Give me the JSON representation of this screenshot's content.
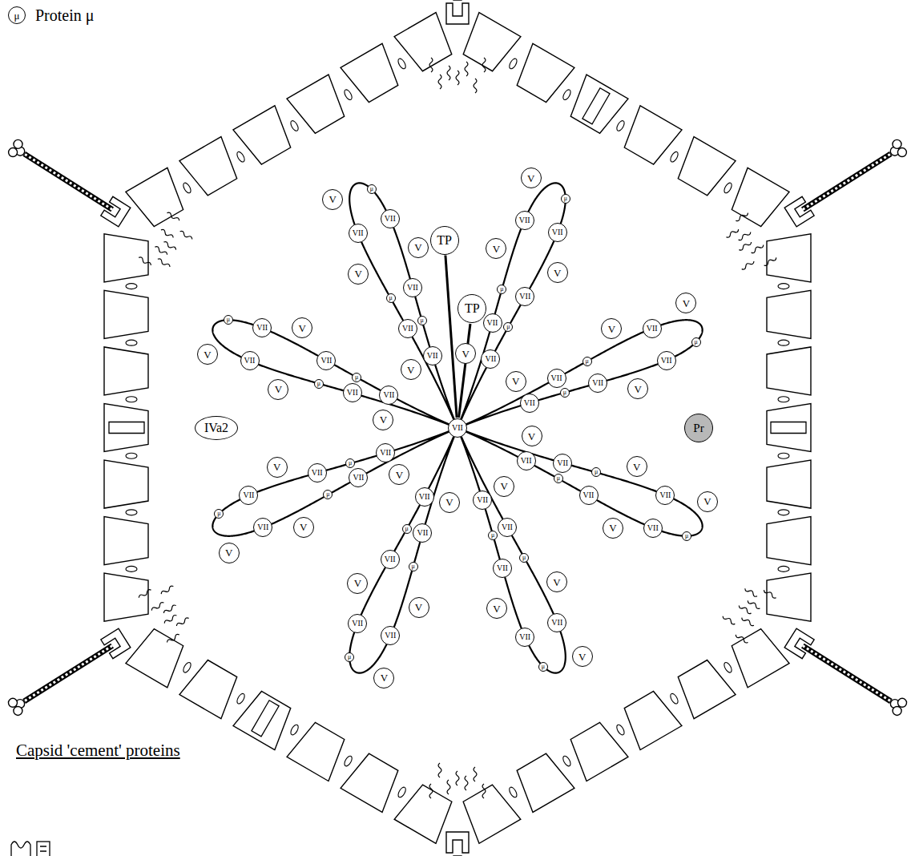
{
  "diagram": {
    "nodes": [
      {
        "text": [
          "VII"
        ]
      },
      {
        "text": [
          "TP"
        ]
      },
      {
        "text": [
          "TP"
        ]
      },
      {
        "text": [
          "IVa2"
        ]
      },
      {
        "text": [
          "Pr"
        ]
      },
      {
        "text": [
          "VII"
        ]
      },
      {
        "text": [
          "μ"
        ]
      },
      {
        "text": [
          "VII"
        ]
      },
      {
        "text": [
          "V"
        ]
      },
      {
        "text": [
          "VII"
        ]
      },
      {
        "text": [
          "μ"
        ]
      },
      {
        "text": [
          "V"
        ]
      },
      {
        "text": [
          "VII"
        ]
      },
      {
        "text": [
          "V"
        ]
      },
      {
        "text": [
          "μ"
        ]
      },
      {
        "text": [
          "VII"
        ]
      },
      {
        "text": [
          "V"
        ]
      },
      {
        "text": [
          "VII"
        ]
      },
      {
        "text": [
          "μ"
        ]
      },
      {
        "text": [
          "VII"
        ]
      },
      {
        "text": [
          "V"
        ]
      },
      {
        "text": [
          "VII"
        ]
      },
      {
        "text": [
          "μ"
        ]
      },
      {
        "text": [
          "V"
        ]
      },
      {
        "text": [
          "VII"
        ]
      },
      {
        "text": [
          "V"
        ]
      },
      {
        "text": [
          "μ"
        ]
      },
      {
        "text": [
          "VII"
        ]
      },
      {
        "text": [
          "V"
        ]
      },
      {
        "text": [
          "VII"
        ]
      },
      {
        "text": [
          "μ"
        ]
      },
      {
        "text": [
          "VII"
        ]
      },
      {
        "text": [
          "V"
        ]
      },
      {
        "text": [
          "VII"
        ]
      },
      {
        "text": [
          "μ"
        ]
      },
      {
        "text": [
          "V"
        ]
      },
      {
        "text": [
          "VII"
        ]
      },
      {
        "text": [
          "V"
        ]
      },
      {
        "text": [
          "μ"
        ]
      },
      {
        "text": [
          "VII"
        ]
      },
      {
        "text": [
          "V"
        ]
      },
      {
        "text": [
          "VII"
        ]
      },
      {
        "text": [
          "μ"
        ]
      },
      {
        "text": [
          "VII"
        ]
      },
      {
        "text": [
          "V"
        ]
      },
      {
        "text": [
          "VII"
        ]
      },
      {
        "text": [
          "μ"
        ]
      },
      {
        "text": [
          "V"
        ]
      },
      {
        "text": [
          "VII"
        ]
      },
      {
        "text": [
          "V"
        ]
      },
      {
        "text": [
          "μ"
        ]
      },
      {
        "text": [
          "VII"
        ]
      },
      {
        "text": [
          "V"
        ]
      },
      {
        "text": [
          "VII"
        ]
      },
      {
        "text": [
          "μ"
        ]
      },
      {
        "text": [
          "VII"
        ]
      },
      {
        "text": [
          "V"
        ]
      },
      {
        "text": [
          "VII"
        ]
      },
      {
        "text": [
          "μ"
        ]
      },
      {
        "text": [
          "V"
        ]
      },
      {
        "text": [
          "VII"
        ]
      },
      {
        "text": [
          "V"
        ]
      },
      {
        "text": [
          "μ"
        ]
      },
      {
        "text": [
          "VII"
        ]
      },
      {
        "text": [
          "V"
        ]
      },
      {
        "text": [
          "VII"
        ]
      },
      {
        "text": [
          "μ"
        ]
      },
      {
        "text": [
          "VII"
        ]
      },
      {
        "text": [
          "V"
        ]
      },
      {
        "text": [
          "VII"
        ]
      },
      {
        "text": [
          "μ"
        ]
      },
      {
        "text": [
          "V"
        ]
      },
      {
        "text": [
          "VII"
        ]
      },
      {
        "text": [
          "V"
        ]
      },
      {
        "text": [
          "μ"
        ]
      },
      {
        "text": [
          "VII"
        ]
      },
      {
        "text": [
          "V"
        ]
      },
      {
        "text": [
          "VII"
        ]
      },
      {
        "text": [
          "μ"
        ]
      },
      {
        "text": [
          "VII"
        ]
      },
      {
        "text": [
          "V"
        ]
      },
      {
        "text": [
          "VII"
        ]
      },
      {
        "text": [
          "μ"
        ]
      },
      {
        "text": [
          "V"
        ]
      },
      {
        "text": [
          "VII"
        ]
      },
      {
        "text": [
          "V"
        ]
      },
      {
        "text": [
          "μ"
        ]
      },
      {
        "text": [
          "VII"
        ]
      },
      {
        "text": [
          "V"
        ]
      },
      {
        "text": [
          "VII"
        ]
      },
      {
        "text": [
          "μ"
        ]
      },
      {
        "text": [
          "VII"
        ]
      },
      {
        "text": [
          "V"
        ]
      },
      {
        "text": [
          "VII"
        ]
      },
      {
        "text": [
          "μ"
        ]
      },
      {
        "text": [
          "V"
        ]
      },
      {
        "text": [
          "VII"
        ]
      },
      {
        "text": [
          "V"
        ]
      },
      {
        "text": [
          "μ"
        ]
      },
      {
        "text": [
          "VII"
        ]
      },
      {
        "text": [
          "V"
        ]
      }
    ],
    "edges": [
      {
        "from": 1,
        "to": 0,
        "arrow": "none"
      },
      {
        "from": 2,
        "to": 0,
        "arrow": "none"
      }
    ],
    "labels": [
      "μ",
      "Capsid 'cement' proteins"
    ],
    "legend": [
      {
        "text": "Protein μ"
      }
    ]
  }
}
